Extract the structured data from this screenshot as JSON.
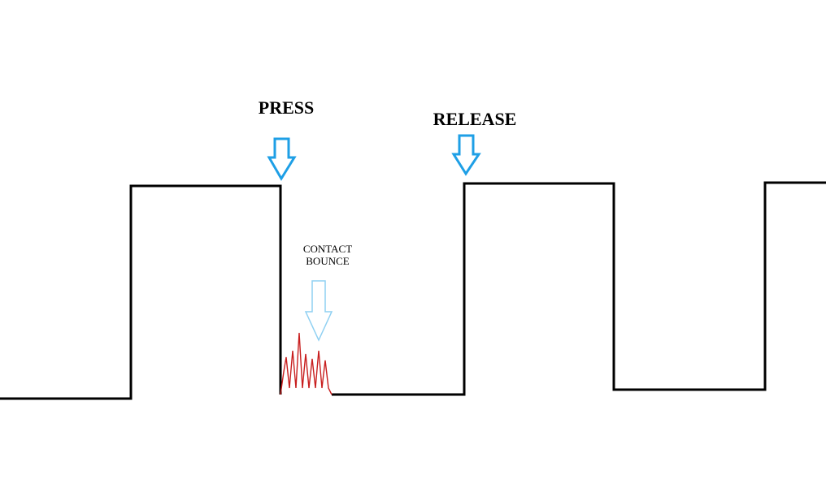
{
  "labels": {
    "press": "PRESS",
    "release": "RELEASE",
    "bounce_line1": "CONTACT",
    "bounce_line2": "BOUNCE"
  },
  "colors": {
    "waveform": "#000000",
    "arrow": "#1e9fe6",
    "arrow_light": "#8fd0f2",
    "bounce": "#c81e1e"
  },
  "icons": {
    "press_arrow": "down-arrow-icon",
    "release_arrow": "down-arrow-icon",
    "bounce_arrow": "down-arrow-icon"
  }
}
